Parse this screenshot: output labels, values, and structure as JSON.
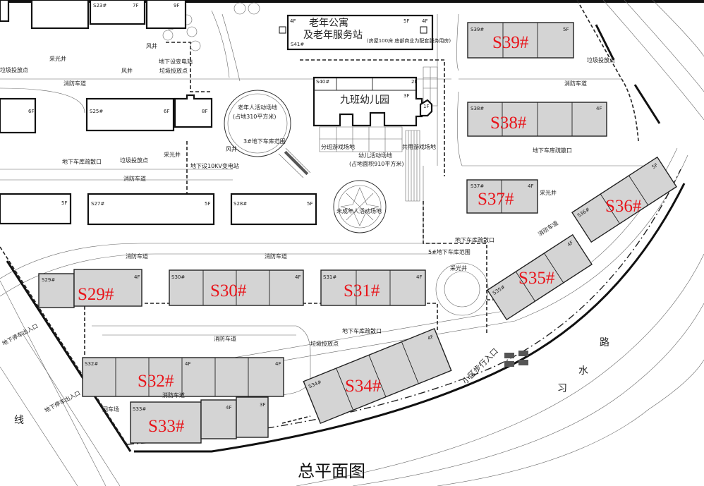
{
  "title": "总平面图",
  "accent_color": "#e8141a",
  "buildings": {
    "s23": {
      "code": "S23#",
      "floors_a": "7F",
      "floors_b": "9F"
    },
    "s25": {
      "code": "S25#",
      "floors_a": "6F",
      "floors_b": "8F"
    },
    "s26": {
      "floors": "6F"
    },
    "s27": {
      "code": "S27#",
      "floors": "5F"
    },
    "s28": {
      "code": "S28#",
      "floors": "5F"
    },
    "s26w": {
      "floors": "5F"
    },
    "s41": {
      "code": "S41#",
      "name": "老年公寓",
      "name2": "及老年服务站",
      "note": "(房屋100床  底部商业为配套服务用房)",
      "floors_a": "4F",
      "floors_b": "5F",
      "floors_c": "4F"
    },
    "s40": {
      "code": "S40#",
      "name": "九班幼儿园",
      "floors_a": "2F",
      "floors_b": "3F",
      "floors_c": "1F"
    },
    "s39": {
      "code": "S39#",
      "label": "S39#",
      "floors": "5F"
    },
    "s38": {
      "code": "S38#",
      "label": "S38#",
      "floors": "4F"
    },
    "s37": {
      "code": "S37#",
      "label": "S37#",
      "floors": "4F"
    },
    "s36": {
      "code": "S36#",
      "label": "S36#",
      "floors": "5F"
    },
    "s35": {
      "code": "S35#",
      "label": "S35#",
      "floors": "4F"
    },
    "s34": {
      "code": "S34#",
      "label": "S34#",
      "floors": "4F"
    },
    "s29": {
      "code": "S29#",
      "label": "S29#",
      "floors": "4F"
    },
    "s30": {
      "code": "S30#",
      "label": "S30#",
      "floors": "4F"
    },
    "s31": {
      "code": "S31#",
      "label": "S31#",
      "floors": "4F"
    },
    "s32": {
      "code": "S32#",
      "label": "S32#",
      "floors_a": "4F",
      "floors_b": "4F"
    },
    "s33": {
      "code": "S33#",
      "label": "S33#",
      "floors_a": "4F",
      "floors_b": "3F"
    }
  },
  "annotations": {
    "fire_lane": "消防车道",
    "garbage": "垃圾投放点",
    "skylight": "采光井",
    "vent": "风井",
    "substation": "地下设变电站",
    "substation_10kv": "地下设10KV变电站",
    "garage_exit": "地下车库疏散口",
    "garage3": "3#地下车库范围",
    "garage5": "5#地下车库范围",
    "elder_area": "老年人活动场地",
    "elder_area2": "(占地310平方米)",
    "class_play": "分班游戏场地",
    "shared_play": "共用游戏场地",
    "kid_area": "幼儿活动场地",
    "kid_area2": "(占地面积910平方米)",
    "minor_area": "未成年人活动场地",
    "garage_ramp": "地下停车出入口",
    "turnaround": "回车场",
    "ped_entrance": "小区步行入口",
    "road1": "习",
    "road2": "水",
    "road3": "路",
    "road_left": "线"
  }
}
